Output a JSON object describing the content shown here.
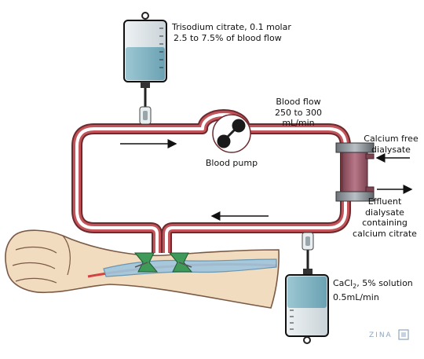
{
  "citrate_bag": {
    "line1": "Trisodium citrate, 0.1 molar",
    "line2": "2.5 to 7.5% of blood flow"
  },
  "blood_flow": {
    "line1": "Blood flow",
    "line2": "250 to 300",
    "line3": "mL/min"
  },
  "blood_pump": {
    "label": "Blood pump"
  },
  "dialysate_in": {
    "line1": "Calcium free",
    "line2": "dialysate"
  },
  "effluent": {
    "line1": "Effluent",
    "line2": "dialysate",
    "line3": "containing",
    "line4": "calcium citrate"
  },
  "calcium_bag": {
    "prefix": "CaCl",
    "subscript": "2",
    "suffix": ", 5% solution",
    "line2": "0.5mL/min"
  },
  "watermark": {
    "text": "ZINA"
  },
  "colors": {
    "tubing": "#b84a4e",
    "fluid": "#7fb3c3",
    "filter": "#9b5a6a",
    "arm": "#f2dcc0",
    "clamp": "#3f9a5a"
  }
}
